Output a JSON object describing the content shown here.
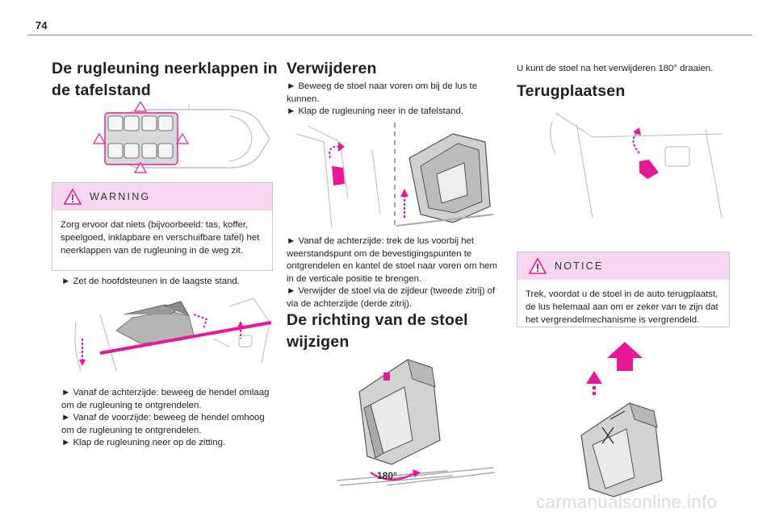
{
  "page": {
    "number": "74"
  },
  "col1": {
    "title": "De rugleuning neerklappen in de tafelstand",
    "warning": {
      "label": "WARNING",
      "text": "Zorg ervoor dat niets (bijvoorbeeld: tas, koffer, speelgoed, inklapbare en verschuifbare tafel) het neerklappen van de rugleuning in de weg zit."
    },
    "step1": "► Zet de hoofdsteunen in de laagste stand.",
    "steps2": [
      "► Vanaf de achterzijde: beweeg de hendel omlaag om de rugleuning te ontgrendelen.",
      "► Vanaf de voorzijde: beweeg de hendel omhoog om de rugleuning te ontgrendelen.",
      "► Klap de rugleuning neer op de zitting."
    ]
  },
  "col2": {
    "title": "Verwijderen",
    "steps1": [
      "► Beweeg de stoel naar voren om bij de lus te kunnen.",
      "► Klap de rugleuning neer in de tafelstand."
    ],
    "steps2": [
      "► Vanaf de achterzijde: trek de lus voorbij het weerstandspunt om de bevestigingspunten te ontgrendelen en kantel de stoel naar voren om hem in de verticale positie te brengen.",
      "► Verwijder de stoel via de zijdeur (tweede zitrij) of via de achterzijde (derde zitrij)."
    ],
    "title2": "De richting van de stoel wijzigen",
    "rotation_label": "180°"
  },
  "col3": {
    "intro": "U kunt de stoel na het verwijderen 180° draaien.",
    "title": "Terugplaatsen",
    "notice": {
      "label": "NOTICE",
      "text": "Trek, voordat u de stoel in de auto terugplaatst, de lus helemaal aan om er zeker van te zijn dat het vergrendelmechanisme is vergrendeld."
    }
  },
  "footer": {
    "watermark": "carmanualsonline.info"
  },
  "colors": {
    "accent": "#e8179a",
    "box_header": "#f6d6f0",
    "warning_icon": "#e8179a"
  },
  "icons": [
    "warning-icon",
    "seat-diagram",
    "arrow-icon"
  ]
}
